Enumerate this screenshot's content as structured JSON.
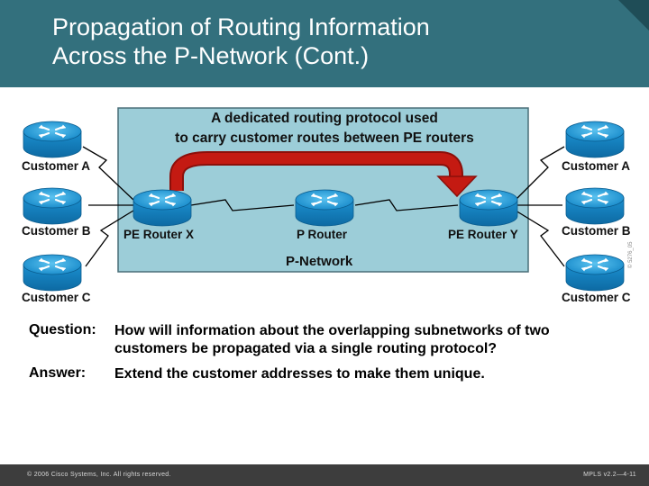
{
  "header": {
    "title_line1": "Propagation of Routing Information",
    "title_line2": "Across the P-Network (Cont.)"
  },
  "diagram": {
    "banner_line1": "A dedicated routing protocol used",
    "banner_line2": "to carry customer routes between PE routers",
    "network_label": "P-Network",
    "routers": {
      "pe_x": "PE Router X",
      "p": "P Router",
      "pe_y": "PE Router Y"
    },
    "left_customers": [
      "Customer A",
      "Customer B",
      "Customer C"
    ],
    "right_customers": [
      "Customer A",
      "Customer B",
      "Customer C"
    ],
    "figure_code": "© 5276_05",
    "colors": {
      "network_fill": "#9ccdd8",
      "router_blue": "#1b9ad6",
      "arrow_red": "#c41a12"
    }
  },
  "qa": {
    "question_label": "Question:",
    "question_text": "How will information about the overlapping subnetworks of two customers be propagated via a single routing protocol?",
    "answer_label": "Answer:",
    "answer_text": "Extend the customer addresses to make them unique."
  },
  "footer": {
    "copyright": "© 2006 Cisco Systems, Inc. All rights reserved.",
    "course": "MPLS v2.2—4-11"
  }
}
